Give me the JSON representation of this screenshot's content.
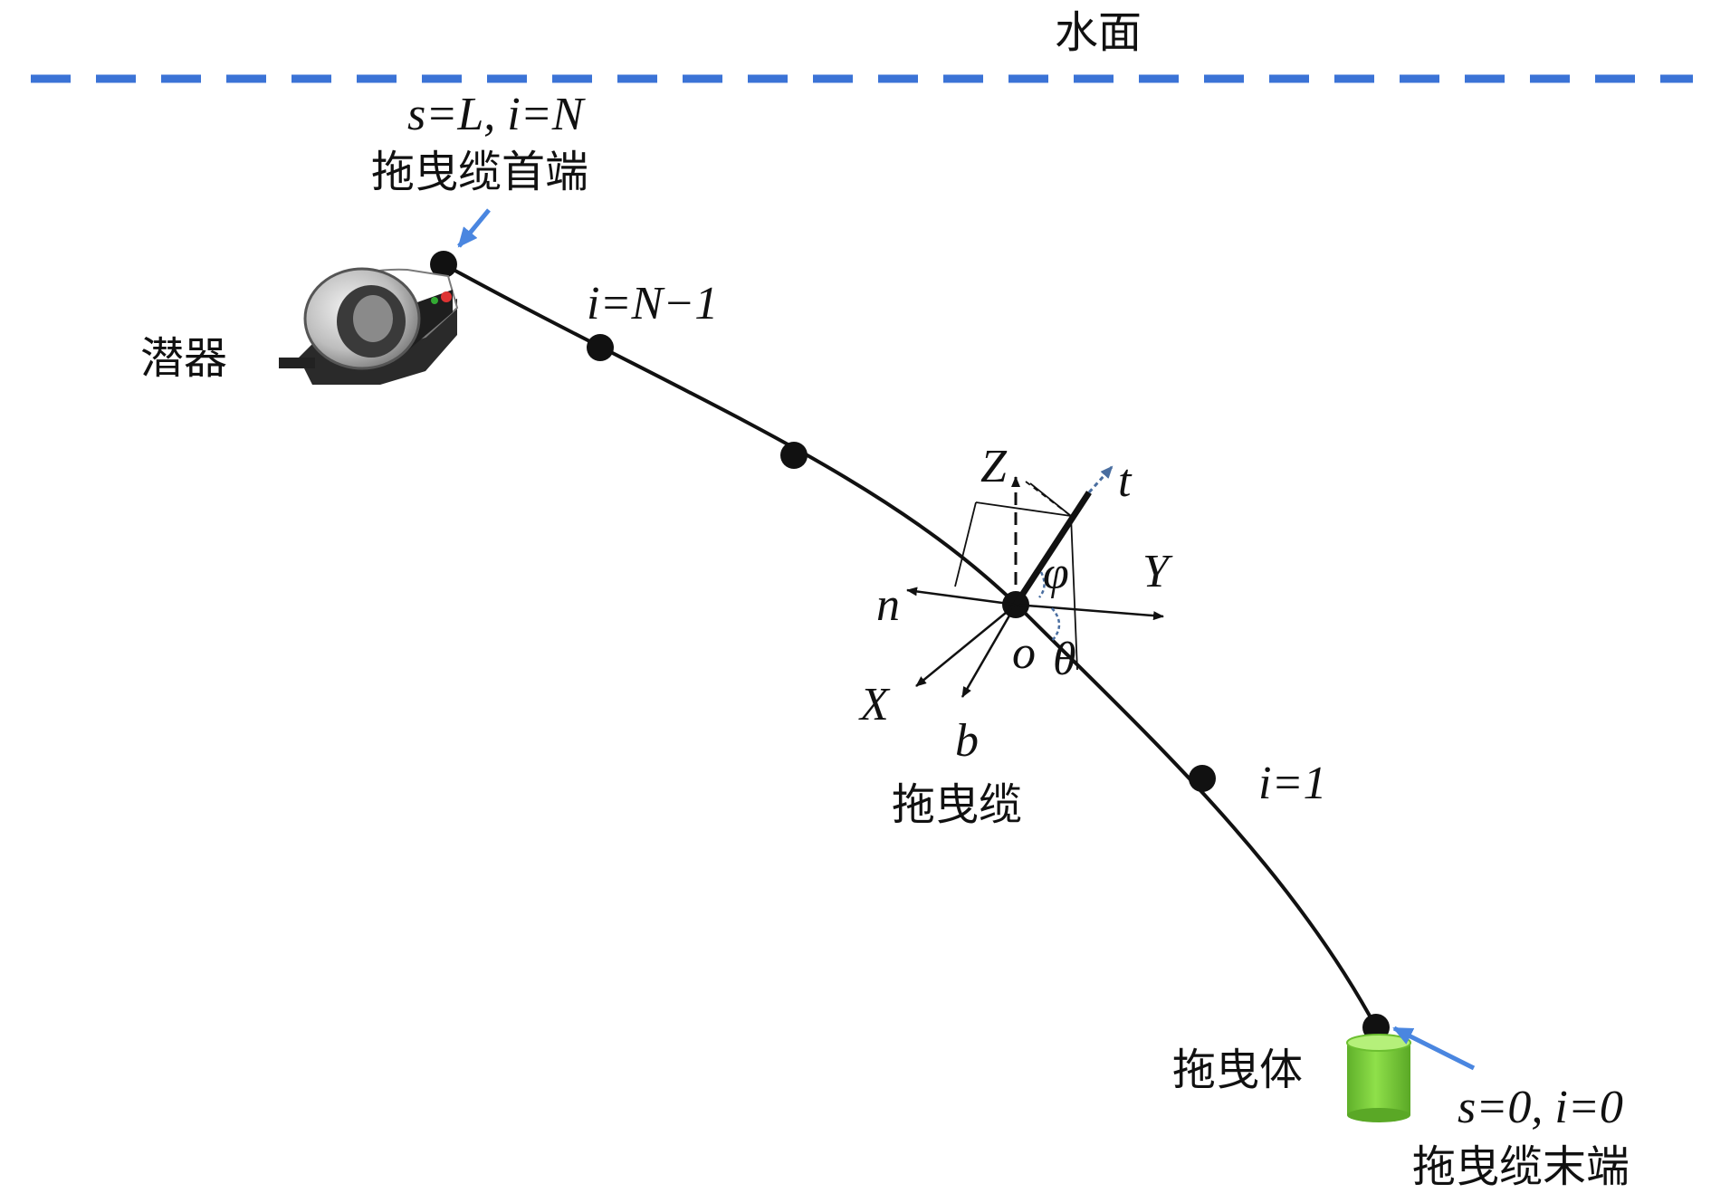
{
  "water_surface": {
    "label": "水面",
    "line_color": "#3b73d6"
  },
  "nodes": {
    "head_eq": "s=L, i=N",
    "head_label": "拖曳缆首端",
    "n_minus_1": "i=N−1",
    "i1": "i=1",
    "tail_eq": "s=0, i=0",
    "tail_label": "拖曳缆末端"
  },
  "objects": {
    "submersible": "潜器",
    "towed_body": "拖曳体",
    "towed_body_color": "#7fd33a",
    "cable": "拖曳缆"
  },
  "axes": {
    "Z": "Z",
    "Y": "Y",
    "X": "X",
    "t": "t",
    "n": "n",
    "b": "b",
    "o": "o",
    "phi": "φ",
    "theta": "θ"
  },
  "arrow_color": "#4a86e0"
}
